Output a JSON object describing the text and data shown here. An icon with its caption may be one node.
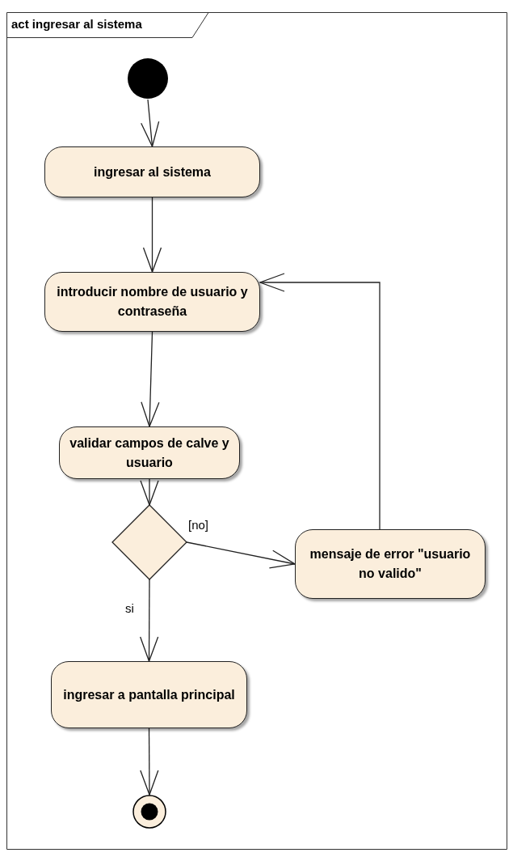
{
  "diagram": {
    "title": "act ingresar al sistema",
    "nodes": [
      {
        "text": [],
        "shape": "circle"
      },
      {
        "text": [
          "ingresar al sistema"
        ]
      },
      {
        "text": [
          "introducir nombre de usuario y contraseña"
        ]
      },
      {
        "text": [
          "validar campos de calve y usuario"
        ]
      },
      {
        "text": [],
        "shape": "diamond"
      },
      {
        "text": [
          "mensaje de error \"usuario no valido\""
        ]
      },
      {
        "text": [
          "ingresar a pantalla principal"
        ]
      },
      {
        "text": [],
        "shape": "circle"
      }
    ],
    "edges": [
      {
        "from": 0,
        "to": 1,
        "arrow": "to"
      },
      {
        "from": 1,
        "to": 2,
        "arrow": "to"
      },
      {
        "from": 2,
        "to": 3,
        "arrow": "to"
      },
      {
        "from": 3,
        "to": 4,
        "arrow": "to"
      },
      {
        "from": 4,
        "to": 5,
        "arrow": "to",
        "label": "[no]"
      },
      {
        "from": 4,
        "to": 6,
        "arrow": "to",
        "label": "si"
      },
      {
        "from": 6,
        "to": 7,
        "arrow": "to"
      },
      {
        "from": 5,
        "to": 2,
        "arrow": "to"
      }
    ]
  }
}
